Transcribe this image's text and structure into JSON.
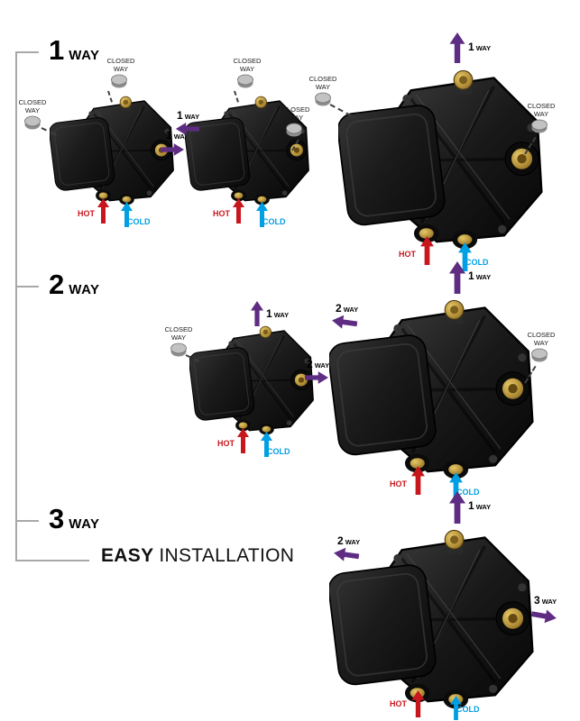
{
  "sections": {
    "way1": {
      "num": "1",
      "word": "WAY"
    },
    "way2": {
      "num": "2",
      "word": "WAY"
    },
    "way3": {
      "num": "3",
      "word": "WAY"
    }
  },
  "tagline": {
    "bold": "EASY",
    "regular": "INSTALLATION"
  },
  "labels": {
    "closed_line1": "CLOSED",
    "closed_line2": "WAY",
    "hot": "HOT",
    "cold": "COLD",
    "way": "WAY",
    "n1": "1",
    "n2": "2",
    "n3": "3"
  },
  "colors": {
    "hot_red": "#c8161d",
    "cold_blue": "#009fe3",
    "way_purple": "#5f2c83",
    "plug_gray": "#9d9d9c",
    "brass_gold": "#b08d36",
    "valve_black": "#141414",
    "bracket_gray": "#a8a8a8"
  }
}
